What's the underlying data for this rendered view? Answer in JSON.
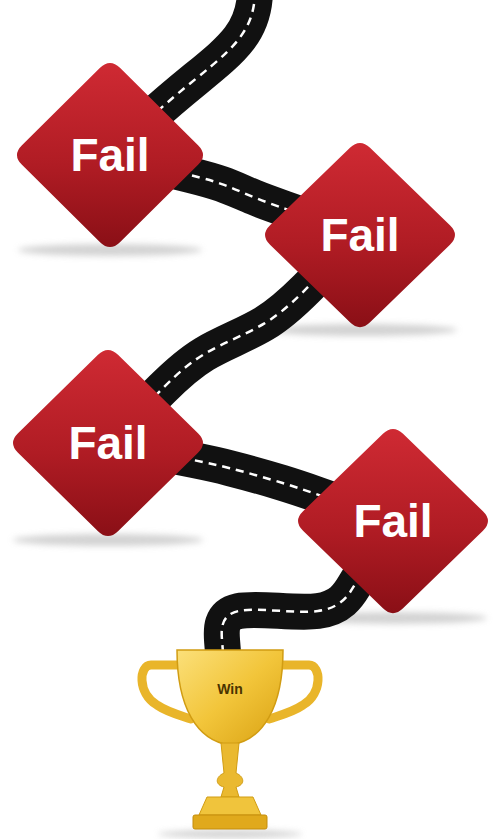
{
  "diagram": {
    "nodes": [
      {
        "text": [
          "Fail"
        ]
      },
      {
        "text": [
          "Fail"
        ]
      },
      {
        "text": [
          "Fail"
        ]
      },
      {
        "text": [
          "Fail"
        ]
      },
      {
        "text": [
          "Win"
        ]
      }
    ],
    "edges": [
      {
        "from": 0,
        "to": 1,
        "arrow": "none"
      },
      {
        "from": 1,
        "to": 2,
        "arrow": "none"
      },
      {
        "from": 2,
        "to": 3,
        "arrow": "none"
      },
      {
        "from": 3,
        "to": 4,
        "arrow": "none"
      }
    ]
  }
}
